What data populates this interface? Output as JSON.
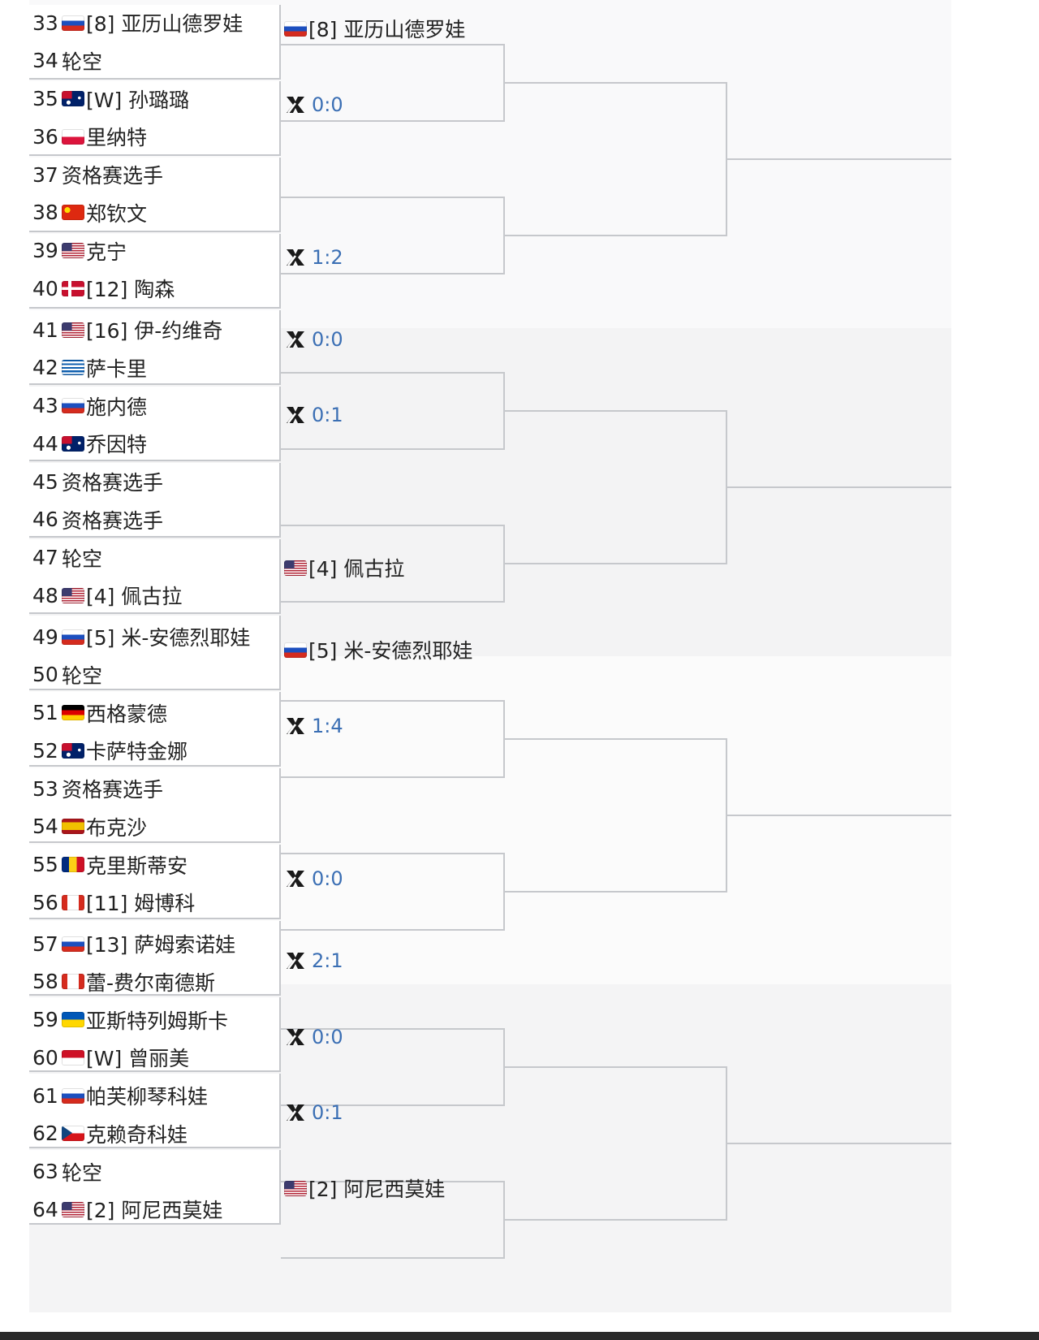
{
  "flag_colors": {
    "ru": [
      "#ffffff",
      "#1c4fbf",
      "#d52b1e"
    ],
    "au": [
      "#012169",
      "#c8102e",
      "#ffffff"
    ],
    "pl": [
      "#ffffff",
      "#dc143c"
    ],
    "cn": [
      "#de2910",
      "#ffde00"
    ],
    "us": [
      "#b22234",
      "#ffffff",
      "#3c3b6e"
    ],
    "dk": [
      "#c8102e",
      "#ffffff"
    ],
    "gr": [
      "#0d5eaf",
      "#ffffff"
    ],
    "de": [
      "#000000",
      "#dd0000",
      "#ffce00"
    ],
    "es": [
      "#aa151b",
      "#f1bf00"
    ],
    "ro": [
      "#002b7f",
      "#fcd116",
      "#ce1126"
    ],
    "ca": [
      "#d52b1e",
      "#ffffff"
    ],
    "ua": [
      "#0057b7",
      "#ffd700"
    ],
    "id": [
      "#ce1126",
      "#ffffff"
    ],
    "cz": [
      "#ffffff",
      "#d7141a",
      "#11457e"
    ]
  },
  "score_color": "#3b6fb4",
  "first_round": [
    {
      "num": "33",
      "flag": "ru",
      "name": "[8] 亚历山德罗娃"
    },
    {
      "num": "34",
      "flag": "",
      "name": "轮空"
    },
    {
      "num": "35",
      "flag": "au",
      "name": "[W] 孙璐璐"
    },
    {
      "num": "36",
      "flag": "pl",
      "name": "里纳特"
    },
    {
      "num": "37",
      "flag": "",
      "name": "资格赛选手"
    },
    {
      "num": "38",
      "flag": "cn",
      "name": "郑钦文"
    },
    {
      "num": "39",
      "flag": "us",
      "name": "克宁"
    },
    {
      "num": "40",
      "flag": "dk",
      "name": "[12] 陶森"
    },
    {
      "num": "41",
      "flag": "us",
      "name": "[16] 伊-约维奇"
    },
    {
      "num": "42",
      "flag": "gr",
      "name": "萨卡里"
    },
    {
      "num": "43",
      "flag": "ru",
      "name": "施内德"
    },
    {
      "num": "44",
      "flag": "au",
      "name": "乔因特"
    },
    {
      "num": "45",
      "flag": "",
      "name": "资格赛选手"
    },
    {
      "num": "46",
      "flag": "",
      "name": "资格赛选手"
    },
    {
      "num": "47",
      "flag": "",
      "name": "轮空"
    },
    {
      "num": "48",
      "flag": "us",
      "name": "[4] 佩古拉"
    },
    {
      "num": "49",
      "flag": "ru",
      "name": "[5] 米-安德烈耶娃"
    },
    {
      "num": "50",
      "flag": "",
      "name": "轮空"
    },
    {
      "num": "51",
      "flag": "de",
      "name": "西格蒙德"
    },
    {
      "num": "52",
      "flag": "au",
      "name": "卡萨特金娜"
    },
    {
      "num": "53",
      "flag": "",
      "name": "资格赛选手"
    },
    {
      "num": "54",
      "flag": "es",
      "name": "布克沙"
    },
    {
      "num": "55",
      "flag": "ro",
      "name": "克里斯蒂安"
    },
    {
      "num": "56",
      "flag": "ca",
      "name": "[11] 姆博科"
    },
    {
      "num": "57",
      "flag": "ru",
      "name": "[13] 萨姆索诺娃"
    },
    {
      "num": "58",
      "flag": "ca",
      "name": "蕾-费尔南德斯"
    },
    {
      "num": "59",
      "flag": "ua",
      "name": "亚斯特列姆斯卡"
    },
    {
      "num": "60",
      "flag": "id",
      "name": "[W] 曾丽美"
    },
    {
      "num": "61",
      "flag": "ru",
      "name": "帕芙柳琴科娃"
    },
    {
      "num": "62",
      "flag": "cz",
      "name": "克赖奇科娃"
    },
    {
      "num": "63",
      "flag": "",
      "name": "轮空"
    },
    {
      "num": "64",
      "flag": "us",
      "name": "[2] 阿尼西莫娃"
    }
  ],
  "second_round": [
    {
      "type": "player",
      "flag": "ru",
      "text": "[8] 亚历山德罗娃"
    },
    {
      "type": "score",
      "icon": "head-to-head-icon",
      "text": "0:0"
    },
    {
      "type": "score",
      "icon": "head-to-head-icon",
      "text": "1:2"
    },
    {
      "type": "score",
      "icon": "head-to-head-icon",
      "text": "0:0"
    },
    {
      "type": "score",
      "icon": "head-to-head-icon",
      "text": "0:1"
    },
    {
      "type": "player",
      "flag": "us",
      "text": "[4] 佩古拉"
    },
    {
      "type": "player",
      "flag": "ru",
      "text": "[5] 米-安德烈耶娃"
    },
    {
      "type": "score",
      "icon": "head-to-head-icon",
      "text": "1:4"
    },
    {
      "type": "score",
      "icon": "head-to-head-icon",
      "text": "0:0"
    },
    {
      "type": "score",
      "icon": "head-to-head-icon",
      "text": "2:1"
    },
    {
      "type": "score",
      "icon": "head-to-head-icon",
      "text": "0:0"
    },
    {
      "type": "score",
      "icon": "head-to-head-icon",
      "text": "0:1"
    },
    {
      "type": "player",
      "flag": "us",
      "text": "[2] 阿尼西莫娃"
    }
  ]
}
